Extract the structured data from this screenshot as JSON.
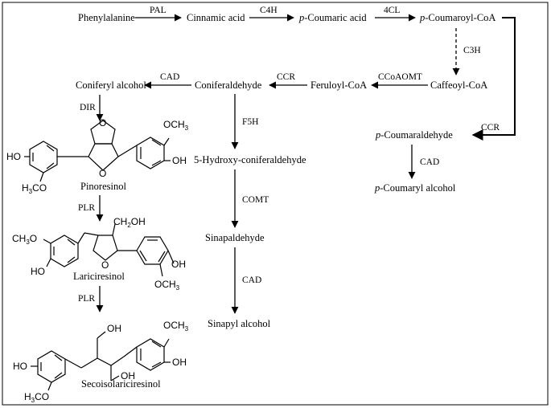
{
  "compounds": {
    "phenylalanine": "Phenylalanine",
    "cinnamic_acid": "Cinnamic acid",
    "p_coumaric_acid": {
      "prefix": "p",
      "rest": "-Coumaric acid"
    },
    "p_coumaroyl_coa": {
      "prefix": "p",
      "rest": "-Coumaroyl-CoA"
    },
    "caffeoyl_coa": "Caffeoyl-CoA",
    "feruloyl_coa": "Feruloyl-CoA",
    "coniferaldehyde": "Coniferaldehyde",
    "coniferyl_alcohol": "Coniferyl alcohol",
    "p_coumaraldehyde": {
      "prefix": "p",
      "rest": "-Coumaraldehyde"
    },
    "p_coumaryl_alcohol": {
      "prefix": "p",
      "rest": "-Coumaryl alcohol"
    },
    "hydroxy_coniferaldehyde": "5-Hydroxy-coniferaldehyde",
    "sinapaldehyde": "Sinapaldehyde",
    "sinapyl_alcohol": "Sinapyl alcohol",
    "pinoresinol": "Pinoresinol",
    "lariciresinol": "Lariciresinol",
    "secoisolariciresinol": "Secoisolariciresinol"
  },
  "enzymes": {
    "pal": "PAL",
    "c4h": "C4H",
    "fourcl": "4CL",
    "c3h": "C3H",
    "ccoaomt": "CCoAOMT",
    "ccr_top": "CCR",
    "cad_top": "CAD",
    "ccr_right": "CCR",
    "cad_right": "CAD",
    "f5h": "F5H",
    "comt": "COMT",
    "cad_mid": "CAD",
    "dir": "DIR",
    "plr1": "PLR",
    "plr2": "PLR"
  },
  "groups": {
    "oh": "OH",
    "ho": "HO",
    "och3": {
      "base": "OCH",
      "sub": "3"
    },
    "h3co": {
      "base": "H",
      "sub": "3",
      "rest": "CO"
    },
    "ch3o": {
      "base": "CH",
      "sub": "3",
      "rest": "O"
    },
    "ch2oh": {
      "base": "CH",
      "sub": "2",
      "rest": "OH"
    },
    "o": "O"
  }
}
